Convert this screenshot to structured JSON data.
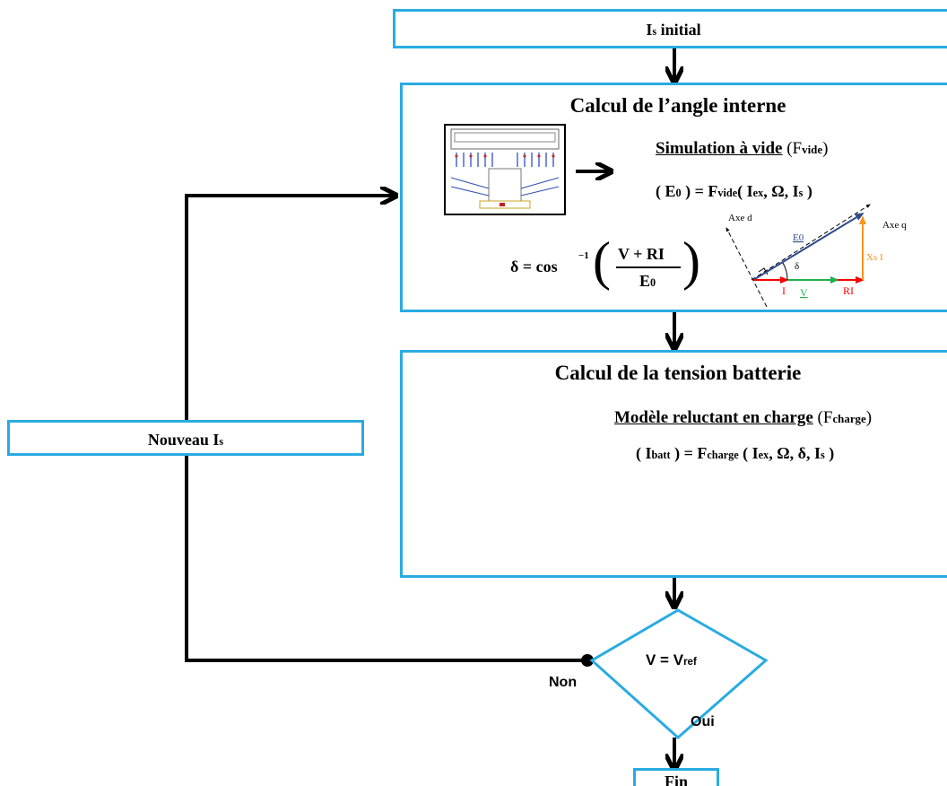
{
  "start": {
    "main": "I",
    "sub": "s",
    "rest": " initial"
  },
  "angle": {
    "title": "Calcul de l’angle interne",
    "sim_label": "Simulation à vide",
    "sim_func": {
      "open": " (F",
      "sub": "vide",
      "close": ")"
    },
    "eq": {
      "p1": "( E",
      "p2": "0",
      "p3": " ) = F",
      "p4": "vide",
      "p5": "( I",
      "p6": "ex",
      "p7": ", Ω, I",
      "p8": "s",
      "p9": " )"
    },
    "delta": {
      "lhs": "δ = cos",
      "exp": "−1",
      "num": "V + RI",
      "den": "E",
      "den_sub": "0"
    },
    "phasor": {
      "axe_d": "Axe d",
      "axe_q": "Axe q",
      "e0": "E0",
      "delta": "δ",
      "i": "I",
      "v": "V",
      "ri": "RI",
      "xsi": "Xs I"
    }
  },
  "battery": {
    "title": "Calcul de la tension batterie",
    "model_label": "Modèle reluctant en charge",
    "model_func": {
      "open": " (F",
      "sub": "charge",
      "close": ")"
    },
    "eq": {
      "p1": "( I",
      "p2": "batt",
      "p3": " ) = F",
      "p4": "charge",
      "p5": " ( I",
      "p6": "ex",
      "p7": ", Ω, δ, I",
      "p8": "s",
      "p9": " )"
    }
  },
  "new_is": {
    "main": "Nouveau I",
    "sub": "s"
  },
  "decision": {
    "main": "V = V",
    "sub": "ref"
  },
  "branch": {
    "no": "Non",
    "yes": "Oui"
  },
  "end": "Fin",
  "colors": {
    "box": "#29abe2",
    "phasor_e0": "#2e4a8c",
    "phasor_i": "#ff0000",
    "phasor_v": "#22b14c",
    "phasor_x": "#f7941d"
  }
}
